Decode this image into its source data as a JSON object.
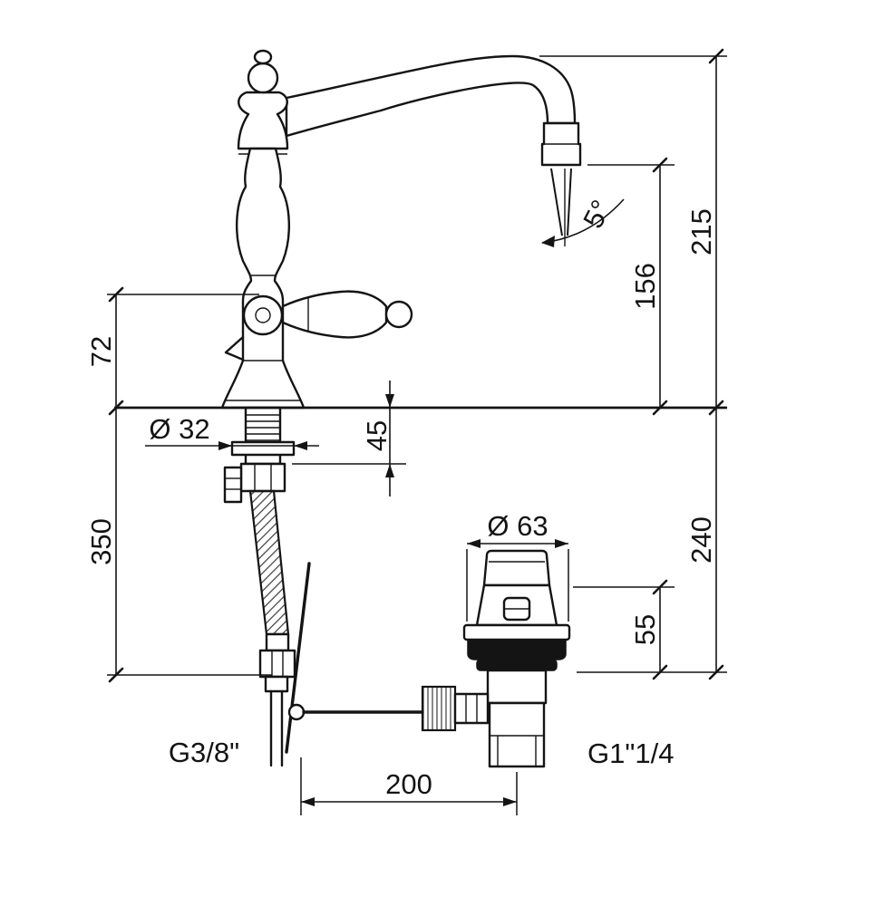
{
  "colors": {
    "line": "#141414",
    "background": "#ffffff"
  },
  "drawing": {
    "dimensions": {
      "overall_height": "215",
      "spout_outlet_height": "156",
      "below_deck_depth": "240",
      "waste_body_height": "55",
      "handle_zone_height": "72",
      "supply_hose_length": "350",
      "mounting_hole_diameter": "Ø 32",
      "shank_clamp_length": "45",
      "waste_flange_diameter": "Ø 63",
      "tap_to_waste_distance": "200",
      "supply_connection": "G3/8\"",
      "waste_connection": "G1\"1/4",
      "outlet_angle": "5°"
    }
  }
}
